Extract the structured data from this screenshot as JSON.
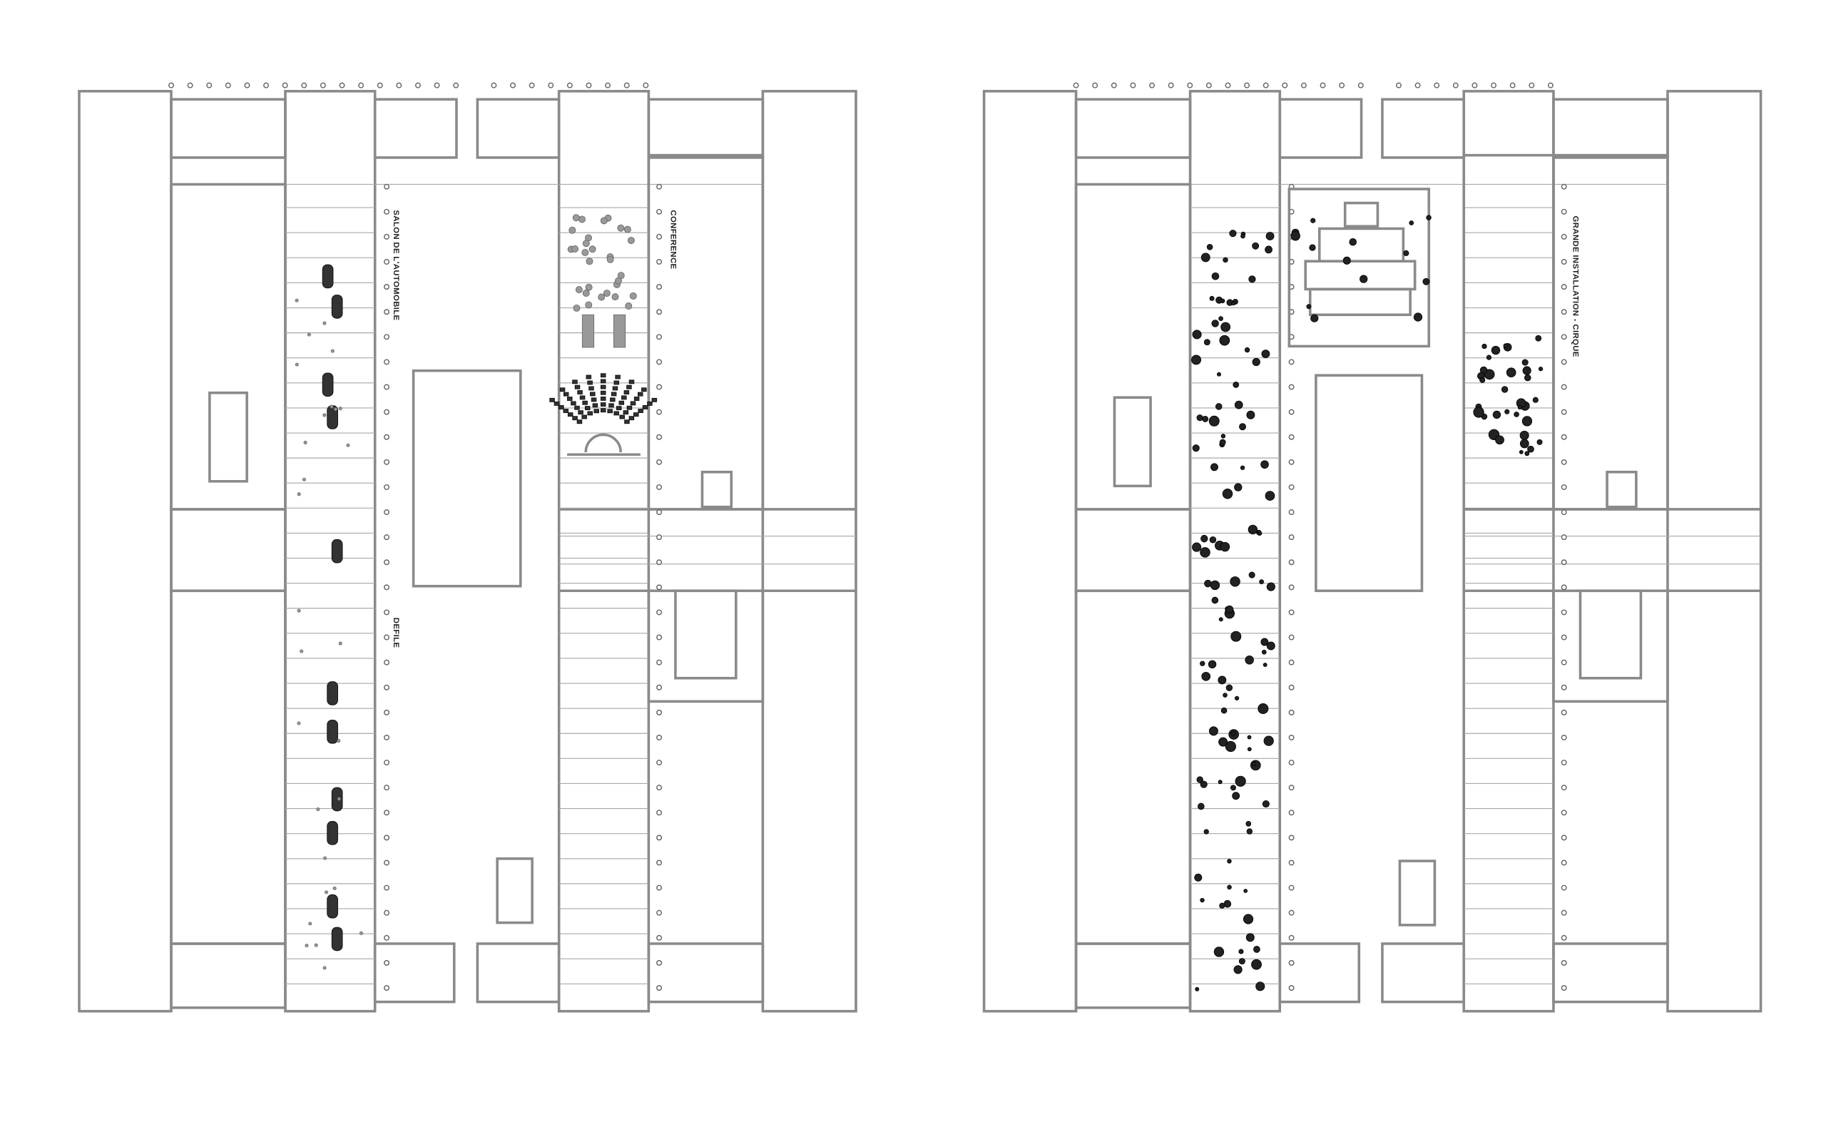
{
  "plans": [
    {
      "id": "left",
      "labels": [
        {
          "key": "salon",
          "text": "SALON DE L'AUTOMOBILE"
        },
        {
          "key": "defile",
          "text": "DEFILE"
        },
        {
          "key": "conference",
          "text": "CONFERENCE"
        }
      ]
    },
    {
      "id": "right",
      "labels": [
        {
          "key": "cirque",
          "text": "GRANDE INSTALLATION - CIRQUE"
        }
      ]
    }
  ],
  "colors": {
    "wall": "#8a8a8a",
    "line": "#a8a8a8",
    "furniture": "#222222"
  }
}
